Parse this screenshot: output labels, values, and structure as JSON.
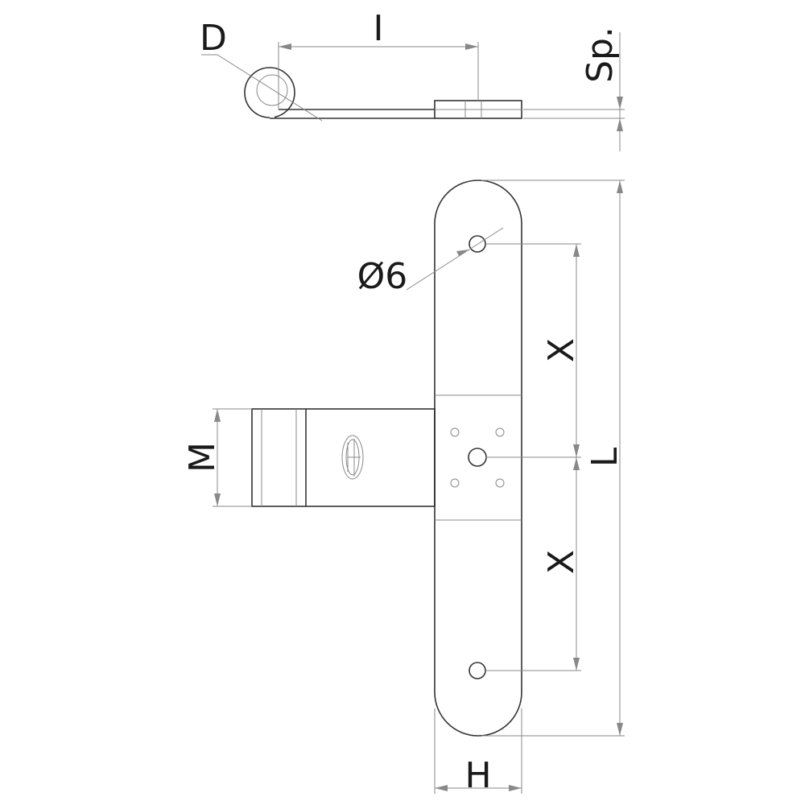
{
  "labels": {
    "D": "D",
    "I": "I",
    "Sp": "Sp.",
    "diameter": "Ø6",
    "X_upper": "X",
    "X_lower": "X",
    "L": "L",
    "M": "M",
    "H": "H"
  },
  "colors": {
    "outline": "#333333",
    "dimension": "#888888"
  }
}
